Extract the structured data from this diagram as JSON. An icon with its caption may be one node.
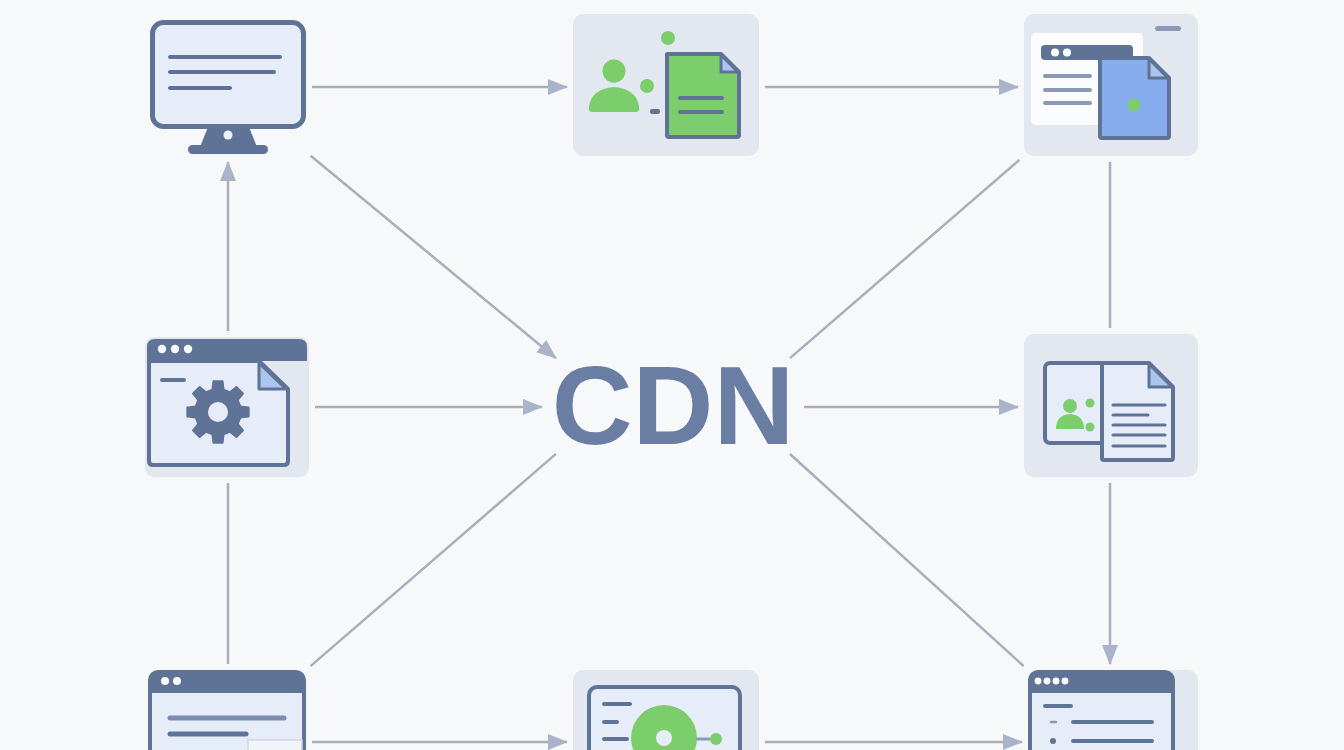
{
  "diagram": {
    "nodes": [
      {
        "text": [],
        "shape": "picture"
      },
      {
        "text": [],
        "shape": "picture"
      },
      {
        "text": [],
        "shape": "picture"
      },
      {
        "text": [],
        "shape": "picture"
      },
      {
        "text": [
          "CDN"
        ]
      },
      {
        "text": [],
        "shape": "picture"
      },
      {
        "text": [],
        "shape": "picture"
      },
      {
        "text": [],
        "shape": "picture"
      },
      {
        "text": [],
        "shape": "picture"
      }
    ],
    "edges": [
      {
        "from": 0,
        "to": 1,
        "arrow": "to"
      },
      {
        "from": 1,
        "to": 2,
        "arrow": "to"
      },
      {
        "from": 0,
        "to": 4,
        "arrow": "to"
      },
      {
        "from": 3,
        "to": 0,
        "arrow": "to"
      },
      {
        "from": 3,
        "to": 4,
        "arrow": "to"
      },
      {
        "from": 4,
        "to": 5,
        "arrow": "to"
      },
      {
        "from": 2,
        "to": 4,
        "arrow": "none"
      },
      {
        "from": 2,
        "to": 5,
        "arrow": "none"
      },
      {
        "from": 5,
        "to": 8,
        "arrow": "to"
      },
      {
        "from": 6,
        "to": 3,
        "arrow": "none"
      },
      {
        "from": 6,
        "to": 4,
        "arrow": "none"
      },
      {
        "from": 4,
        "to": 8,
        "arrow": "none"
      },
      {
        "from": 6,
        "to": 7,
        "arrow": "to"
      },
      {
        "from": 7,
        "to": 8,
        "arrow": "to"
      }
    ]
  }
}
